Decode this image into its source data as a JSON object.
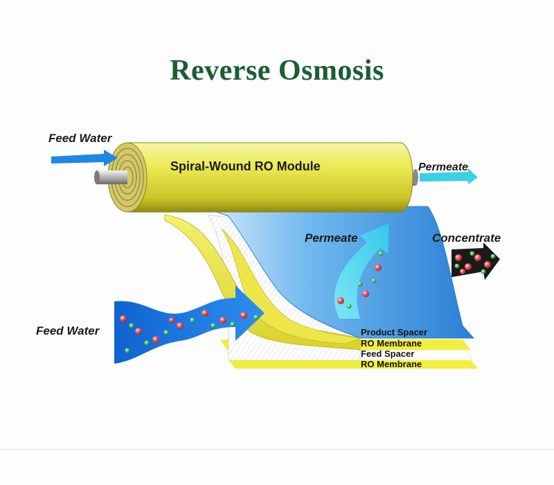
{
  "title": "Reverse Osmosis",
  "labels": {
    "feed_water_top": "Feed Water",
    "module": "Spiral-Wound RO Module",
    "permeate_top": "Permeate",
    "permeate_mid": "Permeate",
    "concentrate": "Concentrate",
    "feed_water_bottom": "Feed Water"
  },
  "layers": [
    "Product Spacer",
    "RO Membrane",
    "Feed Spacer",
    "RO Membrane"
  ],
  "colors": {
    "title": "#1a5e32",
    "module_yellow": "#ecea52",
    "membrane_blue": "#3b9be0",
    "arrow_cyan": "#47d4ee",
    "arrow_blue": "#1a6fd6",
    "ion_red": "#d8383a",
    "ion_green": "#3fbf4a"
  }
}
